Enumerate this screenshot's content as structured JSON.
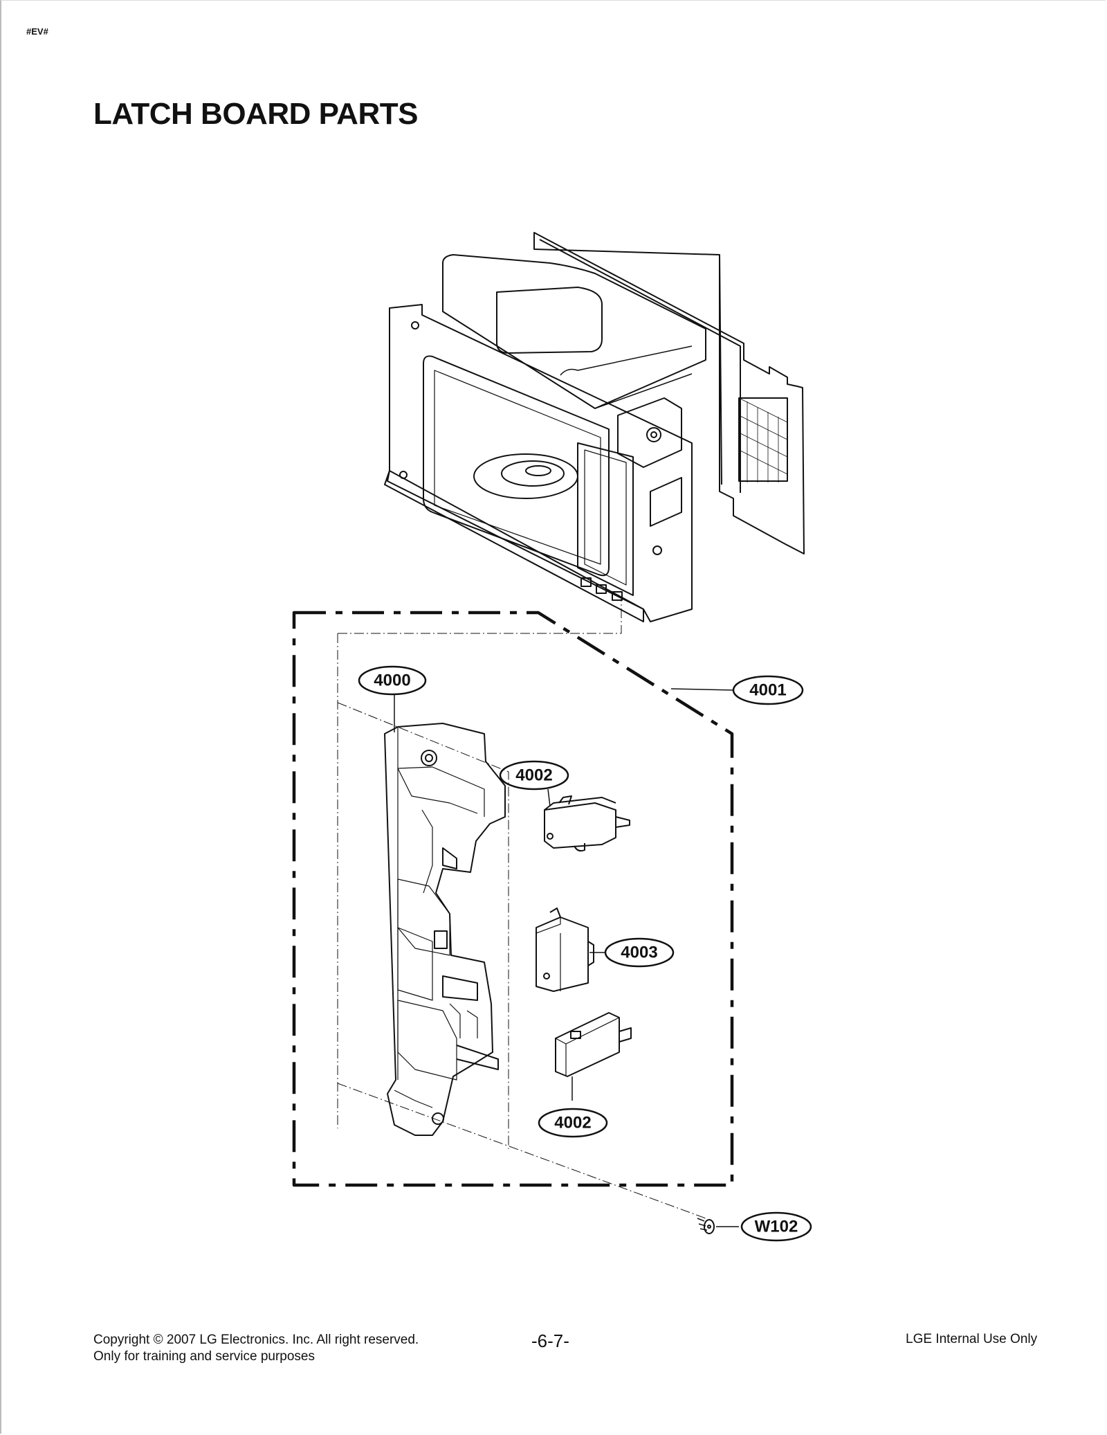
{
  "header": {
    "tag": "#EV#",
    "title": "LATCH BOARD PARTS"
  },
  "callouts": [
    {
      "id": "latch-board",
      "label": "4000"
    },
    {
      "id": "latch-board-assembly",
      "label": "4001"
    },
    {
      "id": "switch-upper",
      "label": "4002"
    },
    {
      "id": "switch-middle",
      "label": "4003"
    },
    {
      "id": "switch-lower",
      "label": "4002"
    },
    {
      "id": "screw",
      "label": "W102"
    }
  ],
  "footer": {
    "copyright": "Copyright © 2007 LG Electronics. Inc. All right reserved.",
    "purpose": "Only for training and service purposes",
    "page_number": "-6-7-",
    "internal": "LGE Internal Use Only"
  }
}
